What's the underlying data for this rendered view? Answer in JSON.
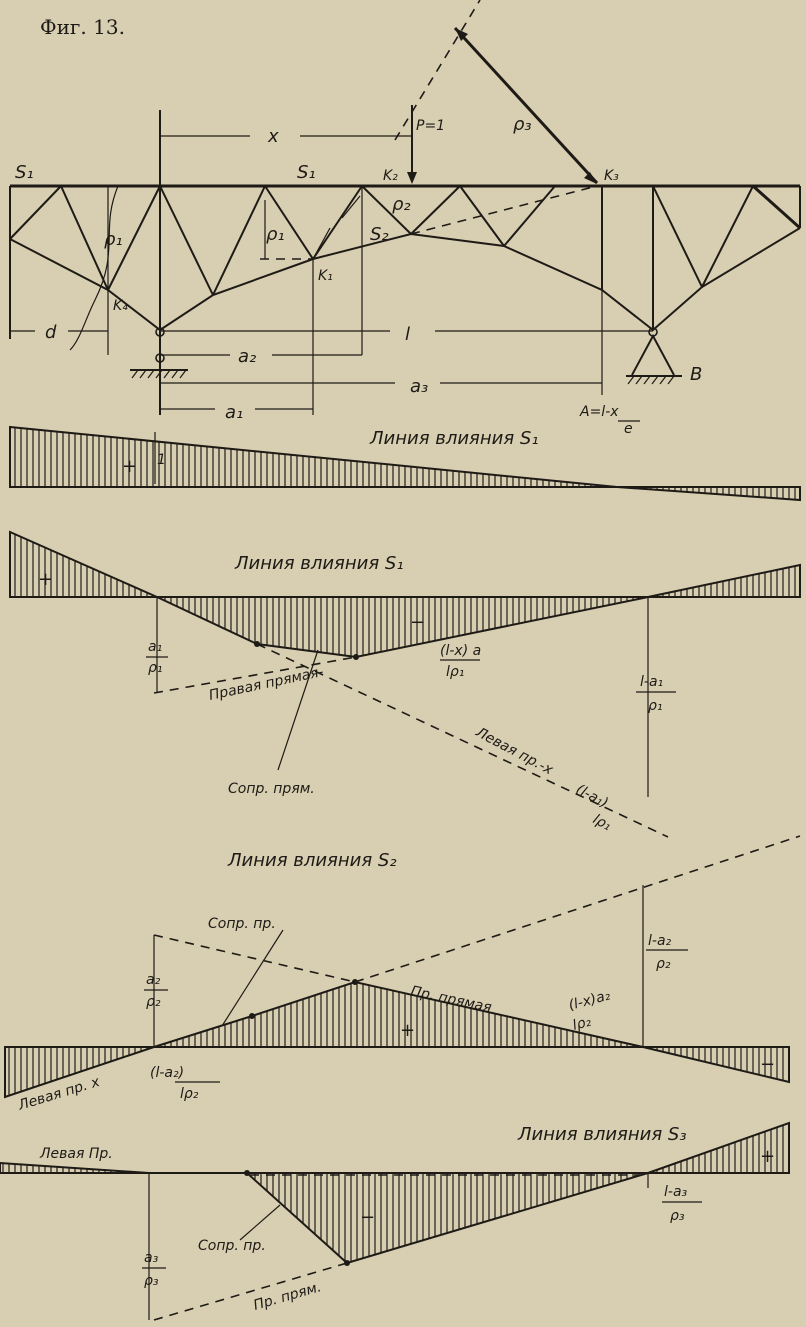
{
  "figure": {
    "caption": "Фиг. 13.",
    "truss_labels": {
      "S1_left": "S₁",
      "S1_mid": "S₁",
      "S2": "S₂",
      "K1": "K₁",
      "K2": "K₂",
      "K3": "K₃",
      "K4": "K₄",
      "rho1_left": "ρ₁",
      "rho1_mid": "ρ₁",
      "rho2": "ρ₂",
      "rho3": "ρ₃",
      "P": "P=1",
      "x": "x",
      "d": "d",
      "l": "l",
      "a1": "a₁",
      "a2": "a₂",
      "a3": "a₃",
      "B": "B",
      "A_num": "A=l-x",
      "A_den": "e"
    },
    "influence_lines": [
      {
        "title": "Линия влияния S₁",
        "sign": "+",
        "ordinate": "1"
      },
      {
        "title": "Линия влияния S₁",
        "sign_pos": "+",
        "sign_neg": "−",
        "left_ord_num": "a₁",
        "left_ord_den": "ρ₁",
        "right_ord_num": "l-a₁",
        "right_ord_den": "ρ₁",
        "right_line": "Правая прямая-",
        "right_line_num": "(l-x) a",
        "right_line_den": "lρ₁",
        "conj": "Сопр. прям.",
        "left_line": "Левая пр.-x",
        "left_line_num": "(l-a₁)",
        "left_line_den": "lρ₁"
      },
      {
        "title": "Линия влияния S₂",
        "sign_pos": "+",
        "sign_neg": "−",
        "conj": "Сопр. пр.",
        "left_ord_num": "a₂",
        "left_ord_den": "ρ₂",
        "right_ord_num": "l-a₂",
        "right_ord_den": "ρ₂",
        "right_line": "Пр. прямая",
        "right_line_num": "(l-x)a₂",
        "right_line_den": "lρ₂",
        "left_line": "Левая пр. x",
        "left_line_num": "(l-a₂)",
        "left_line_den": "lρ₂"
      },
      {
        "title": "Линия влияния S₃",
        "sign_pos": "+",
        "sign_neg": "−",
        "left_line": "Левая Пр.",
        "conj": "Сопр. пр.",
        "right_line": "Пр. прям.",
        "left_ord_num": "a₃",
        "left_ord_den": "ρ₃",
        "right_ord_num": "l-a₃",
        "right_ord_den": "ρ₃"
      }
    ]
  }
}
